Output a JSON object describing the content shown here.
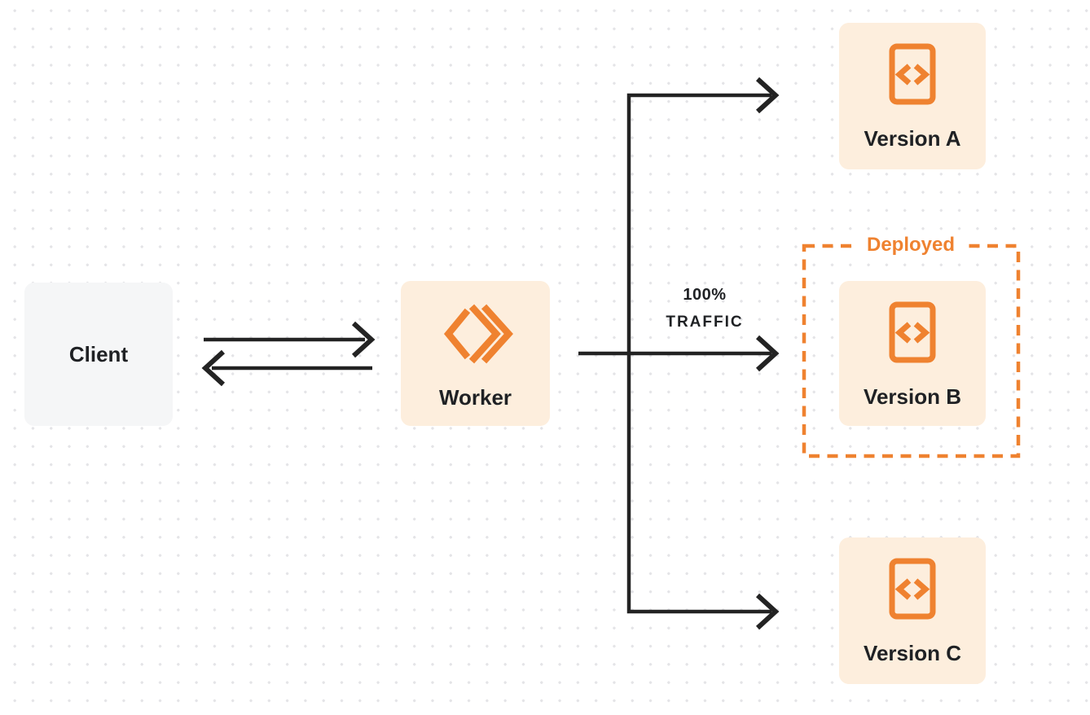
{
  "diagram": {
    "description": "Traffic routing diagram: Client exchanges requests with a Worker, which routes 100% of traffic to the deployed Version B among Versions A, B and C"
  },
  "colors": {
    "accent_orange": "#ef8230",
    "node_fill_orange": "#fdeedd",
    "node_fill_gray": "#f5f6f7",
    "arrow_black": "#232323",
    "text_dark": "#1f2124",
    "dot_grid": "#e4e4e7",
    "background": "#ffffff"
  },
  "nodes": {
    "client": {
      "label": "Client"
    },
    "worker": {
      "label": "Worker"
    },
    "version_a": {
      "label": "Version A"
    },
    "version_b": {
      "label": "Version B"
    },
    "version_c": {
      "label": "Version C"
    }
  },
  "annotations": {
    "deployed_label": "Deployed",
    "traffic_percent": "100%",
    "traffic_word": "TRAFFIC"
  },
  "icons": {
    "worker_icon": "workers-double-chevron-icon",
    "version_icon": "code-file-icon"
  }
}
